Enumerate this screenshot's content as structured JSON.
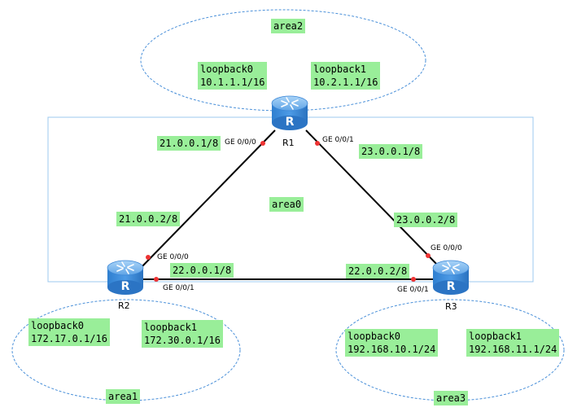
{
  "colors": {
    "area_outline": "#4a90d9",
    "area0_box": "#9cc8ef",
    "label_bg": "#99ee99",
    "link": "#000000",
    "port_dot": "#ee3333",
    "router_body": "#3b8ede"
  },
  "router_icon": "router-icon",
  "router_icon_letter": "R",
  "areas": {
    "area0": "area0",
    "area1": "area1",
    "area2": "area2",
    "area3": "area3"
  },
  "routers": {
    "r1": {
      "name": "R1",
      "port_a": "GE 0/0/0",
      "port_b": "GE 0/0/1",
      "loopback0_label": "loopback0",
      "loopback0_ip": "10.1.1.1/16",
      "loopback1_label": "loopback1",
      "loopback1_ip": "10.2.1.1/16"
    },
    "r2": {
      "name": "R2",
      "port_a": "GE 0/0/0",
      "port_b": "GE 0/0/1",
      "loopback0_label": "loopback0",
      "loopback0_ip": "172.17.0.1/16",
      "loopback1_label": "loopback1",
      "loopback1_ip": "172.30.0.1/16"
    },
    "r3": {
      "name": "R3",
      "port_a": "GE 0/0/0",
      "port_b": "GE 0/0/1",
      "loopback0_label": "loopback0",
      "loopback0_ip": "192.168.10.1/24",
      "loopback1_label": "loopback1",
      "loopback1_ip": "192.168.11.1/24"
    }
  },
  "links": {
    "r1_r2": {
      "r1_ip": "21.0.0.1/8",
      "r2_ip": "21.0.0.2/8"
    },
    "r1_r3": {
      "r1_ip": "23.0.0.1/8",
      "r3_ip": "23.0.0.2/8"
    },
    "r2_r3": {
      "r2_ip": "22.0.0.1/8",
      "r3_ip": "22.0.0.2/8"
    }
  }
}
